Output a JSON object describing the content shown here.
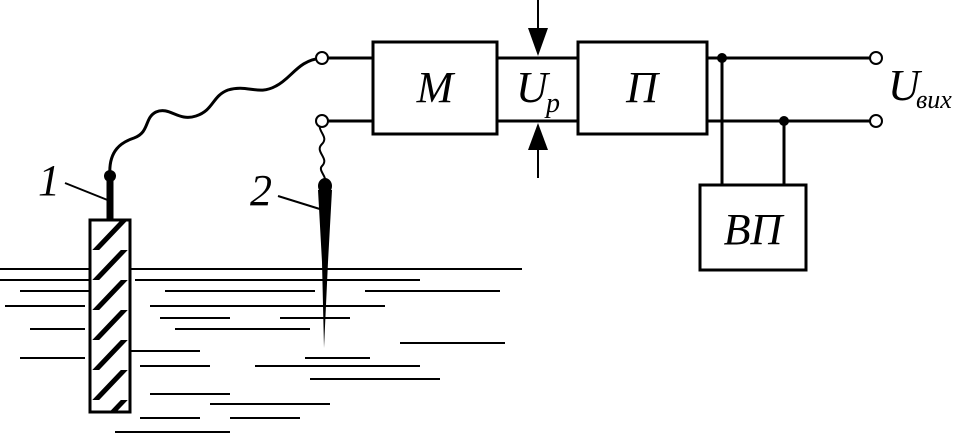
{
  "blocks": {
    "m": "М",
    "p": "П",
    "vp": "ВП"
  },
  "signals": {
    "up_main": "U",
    "up_sub": "р",
    "uout_main": "U",
    "uout_sub": "вих"
  },
  "electrodes": {
    "first": "1",
    "second": "2"
  },
  "colors": {
    "ink": "#000000",
    "background": "#ffffff"
  }
}
